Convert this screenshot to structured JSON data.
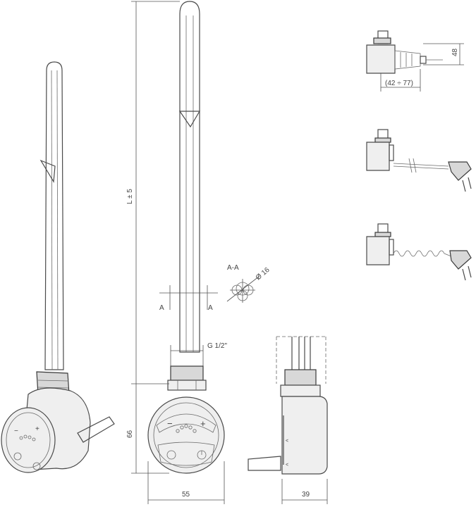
{
  "labels": {
    "length": "L ± 5",
    "section": "A-A",
    "diameter": "Ø 16",
    "section_marker_left": "A",
    "section_marker_right": "A",
    "thread": "G 1/2\"",
    "height_66": "66",
    "width_55": "55",
    "depth_39": "39",
    "height_48": "48",
    "range": "(42 ÷ 77)"
  },
  "panel_symbols": {
    "minus": "−",
    "plus": "+"
  }
}
